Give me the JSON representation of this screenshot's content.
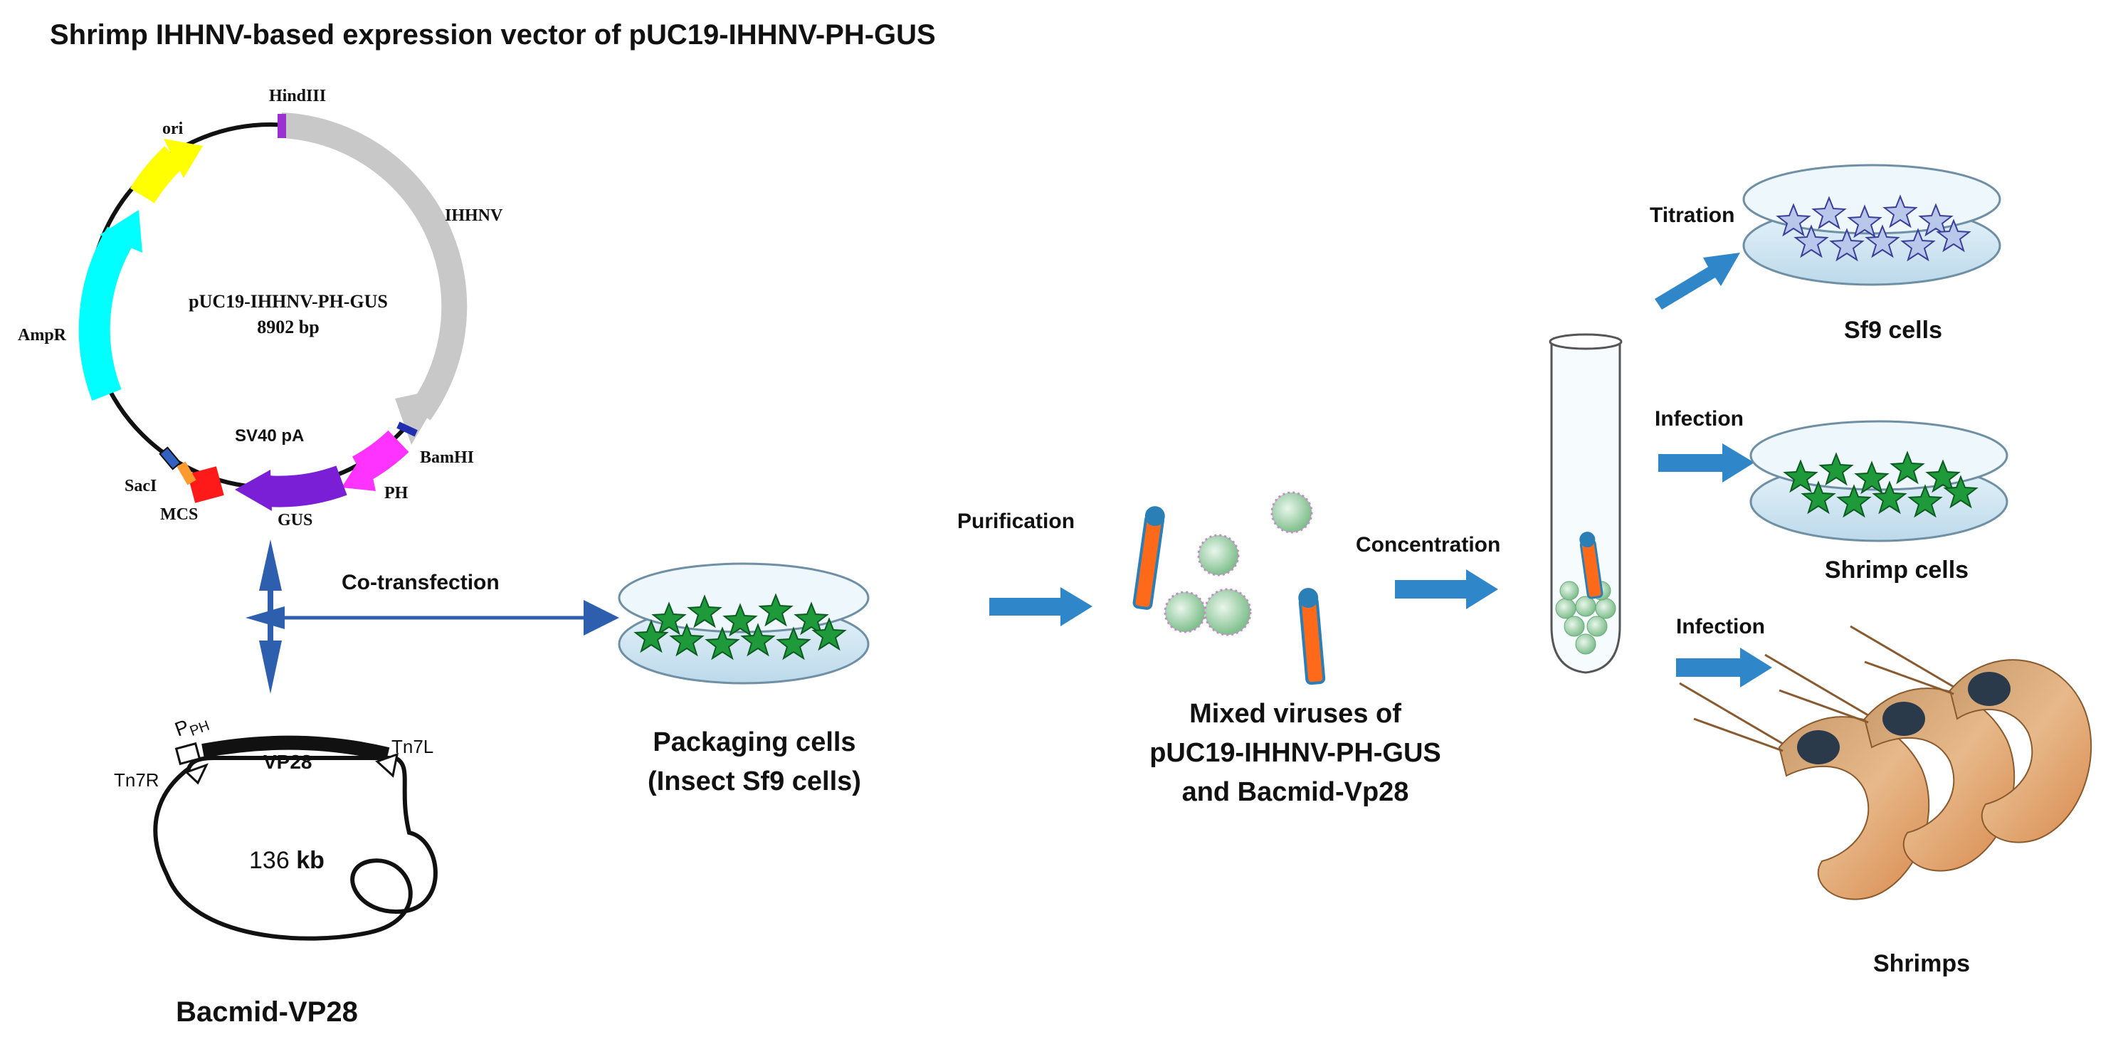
{
  "title": "Shrimp IHHNV-based expression vector of pUC19-IHHNV-PH-GUS",
  "plasmid": {
    "name": "pUC19-IHHNV-PH-GUS",
    "size": "8902 bp",
    "features": {
      "ori": "ori",
      "hindiii": "HindIII",
      "ihhnv": "IHHNV",
      "ampr": "AmpR",
      "sv40": "SV40 pA",
      "bamhi": "BamHI",
      "ph": "PH",
      "saci": "SacI",
      "mcs": "MCS",
      "gus": "GUS"
    },
    "colors": {
      "ori": "#ffff00",
      "ampr": "#00ffff",
      "ihhnv": "#c8c8c8",
      "ph": "#ff33ff",
      "gus": "#7a1fd6",
      "mcs": "#ff1a1a",
      "hindiii": "#9b30d0",
      "bamhi": "#1f2fb0",
      "saci": "#3060c0",
      "sv40": "#ff9a30"
    }
  },
  "bacmid": {
    "name": "Bacmid-VP28",
    "size_num": "136",
    "size_unit": "kb",
    "vp28": "VP28",
    "p": "P",
    "p_sub": "PH",
    "tn7r": "Tn7R",
    "tn7l": "Tn7L"
  },
  "steps": {
    "cotransfection": "Co-transfection",
    "purification": "Purification",
    "concentration": "Concentration",
    "titration": "Titration",
    "infection_cells": "Infection",
    "infection_shrimp": "Infection"
  },
  "labels": {
    "packaging_line1": "Packaging cells",
    "packaging_line2": "(Insect Sf9 cells)",
    "mixed_line1": "Mixed viruses of",
    "mixed_line2": "pUC19-IHHNV-PH-GUS",
    "mixed_line3": "and Bacmid-Vp28",
    "sf9": "Sf9 cells",
    "shrimp_cells": "Shrimp cells",
    "shrimps": "Shrimps"
  },
  "accent_colors": {
    "arrow_blue": "#2f86c9",
    "cotrans_blue": "#2d5fae",
    "cell_green": "#1f9a3a",
    "virus_orange": "#ff6a1a"
  }
}
